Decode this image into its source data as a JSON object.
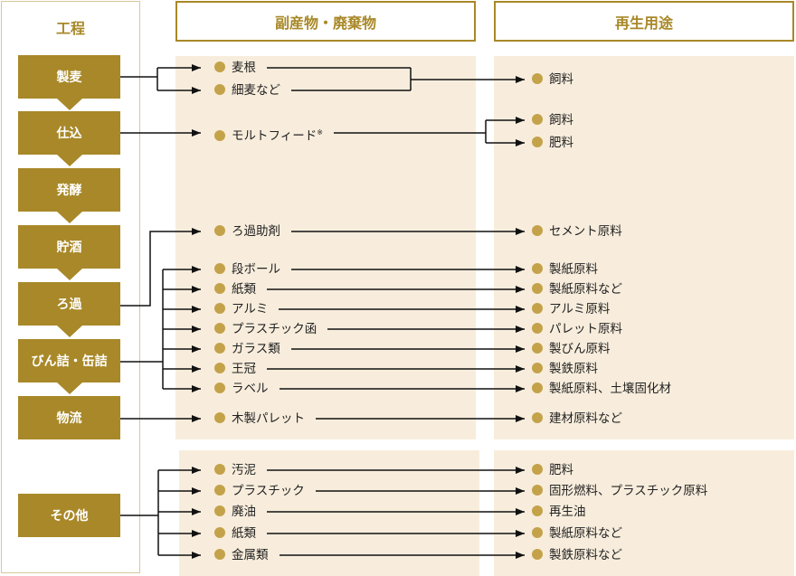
{
  "process_column": {
    "title": "工程",
    "steps": [
      "製麦",
      "仕込",
      "発酵",
      "貯酒",
      "ろ過",
      "びん詰・缶詰",
      "物流",
      "その他"
    ]
  },
  "headers": {
    "byproducts": "副産物・廃棄物",
    "reuse": "再生用途"
  },
  "byproducts": [
    "麦根",
    "細麦など",
    "モルトフィード",
    "ろ過助剤",
    "段ボール",
    "紙類",
    "アルミ",
    "プラスチック函",
    "ガラス類",
    "王冠",
    "ラベル",
    "木製パレット",
    "汚泥",
    "プラスチック",
    "廃油",
    "紙類",
    "金属類"
  ],
  "footnote_mark": "※",
  "reuse": [
    "飼料",
    "飼料",
    "肥料",
    "セメント原料",
    "製紙原料",
    "製紙原料など",
    "アルミ原料",
    "パレット原料",
    "製びん原料",
    "製鉄原料",
    "製紙原料、土壌固化材",
    "建材原料など",
    "肥料",
    "固形燃料、プラスチック原料",
    "再生油",
    "製紙原料など",
    "製鉄原料など"
  ],
  "colors": {
    "gold": "#a88828",
    "panel": "#f8eddc",
    "dot": "#c4a24a"
  }
}
